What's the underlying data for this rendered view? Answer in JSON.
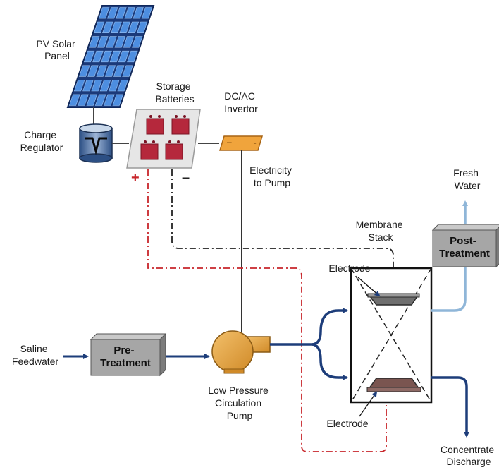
{
  "labels": {
    "pv_panel": [
      "PV Solar",
      "Panel"
    ],
    "storage_batteries": [
      "Storage",
      "Batteries"
    ],
    "inverter": [
      "DC/AC",
      "Invertor"
    ],
    "charge_regulator": [
      "Charge",
      "Regulator"
    ],
    "electricity_to_pump": [
      "Electricity",
      "to Pump"
    ],
    "fresh_water": [
      "Fresh",
      "Water"
    ],
    "membrane_stack": [
      "Membrane",
      "Stack"
    ],
    "post_treatment": [
      "Post-",
      "Treatment"
    ],
    "electrode_top": "Electrode",
    "electrode_bottom": "Electrode",
    "saline_feedwater": [
      "Saline",
      "Feedwater"
    ],
    "pre_treatment": [
      "Pre-",
      "Treatment"
    ],
    "pump": [
      "Low Pressure",
      "Circulation",
      "Pump"
    ],
    "concentrate_discharge": [
      "Concentrate",
      "Discharge"
    ],
    "plus_sign": "+",
    "minus_sign": "–"
  },
  "colors": {
    "flow_line": "#1d3d7a",
    "fresh_line": "#8fb6d8",
    "positive_wire": "#c8262b",
    "negative_wire": "#222222",
    "solar_cell": "#4d8ee0",
    "solar_frame": "#1b3a7a",
    "box_fill": "#a0a0a0",
    "pump_fill": "#e8aa48",
    "battery_fill": "#b5283c",
    "inverter_fill": "#f0a43c"
  },
  "icons": {
    "solar_panel": "solar-panel-icon",
    "charge_regulator": "charge-regulator-icon",
    "batteries": "battery-bank-icon",
    "inverter": "inverter-icon",
    "pump": "pump-icon"
  }
}
